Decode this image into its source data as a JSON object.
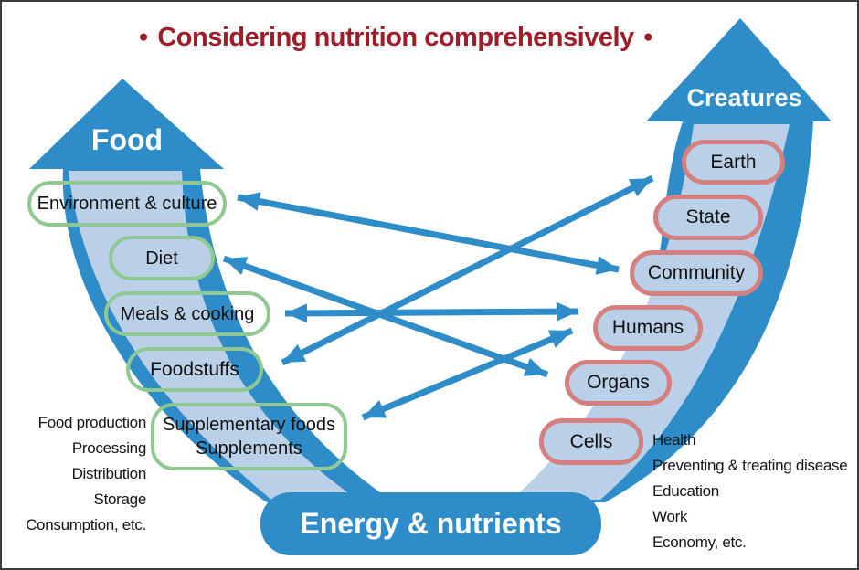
{
  "title": {
    "bullet_left": "●",
    "text": "Considering nutrition comprehensively",
    "bullet_right": "●"
  },
  "food_arrow": {
    "label": "Food"
  },
  "creatures_arrow": {
    "label": "Creatures"
  },
  "energy_box": {
    "label": "Energy & nutrients"
  },
  "left_boxes": [
    {
      "label": "Environment & culture"
    },
    {
      "label": "Diet"
    },
    {
      "label": "Meals & cooking"
    },
    {
      "label": "Foodstuffs"
    },
    {
      "line1": "Supplementary foods",
      "line2": "Supplements"
    }
  ],
  "right_boxes": [
    {
      "label": "Earth"
    },
    {
      "label": "State"
    },
    {
      "label": "Community"
    },
    {
      "label": "Humans"
    },
    {
      "label": "Organs"
    },
    {
      "label": "Cells"
    }
  ],
  "food_side_list": {
    "items": [
      "Food production",
      "Processing",
      "Distribution",
      "Storage",
      "Consumption, etc."
    ]
  },
  "life_side_list": {
    "items": [
      "Health",
      "Preventing & treating disease",
      "Education",
      "Work",
      "Economy, etc."
    ]
  },
  "connections": [
    {
      "from": "Environment & culture",
      "to": "Community"
    },
    {
      "from": "Diet",
      "to": "Organs"
    },
    {
      "from": "Meals & cooking",
      "to": "Humans"
    },
    {
      "from": "Foodstuffs",
      "to": "Earth"
    },
    {
      "from": "Supplementary foods",
      "to": "Humans"
    }
  ],
  "colors": {
    "arrow_blue": "#2e8cc9",
    "band_blue": "#bad0e9",
    "green_border": "#8fc890",
    "red_border": "#d5807f",
    "title_red": "#9e1d28",
    "text": "#111111"
  }
}
